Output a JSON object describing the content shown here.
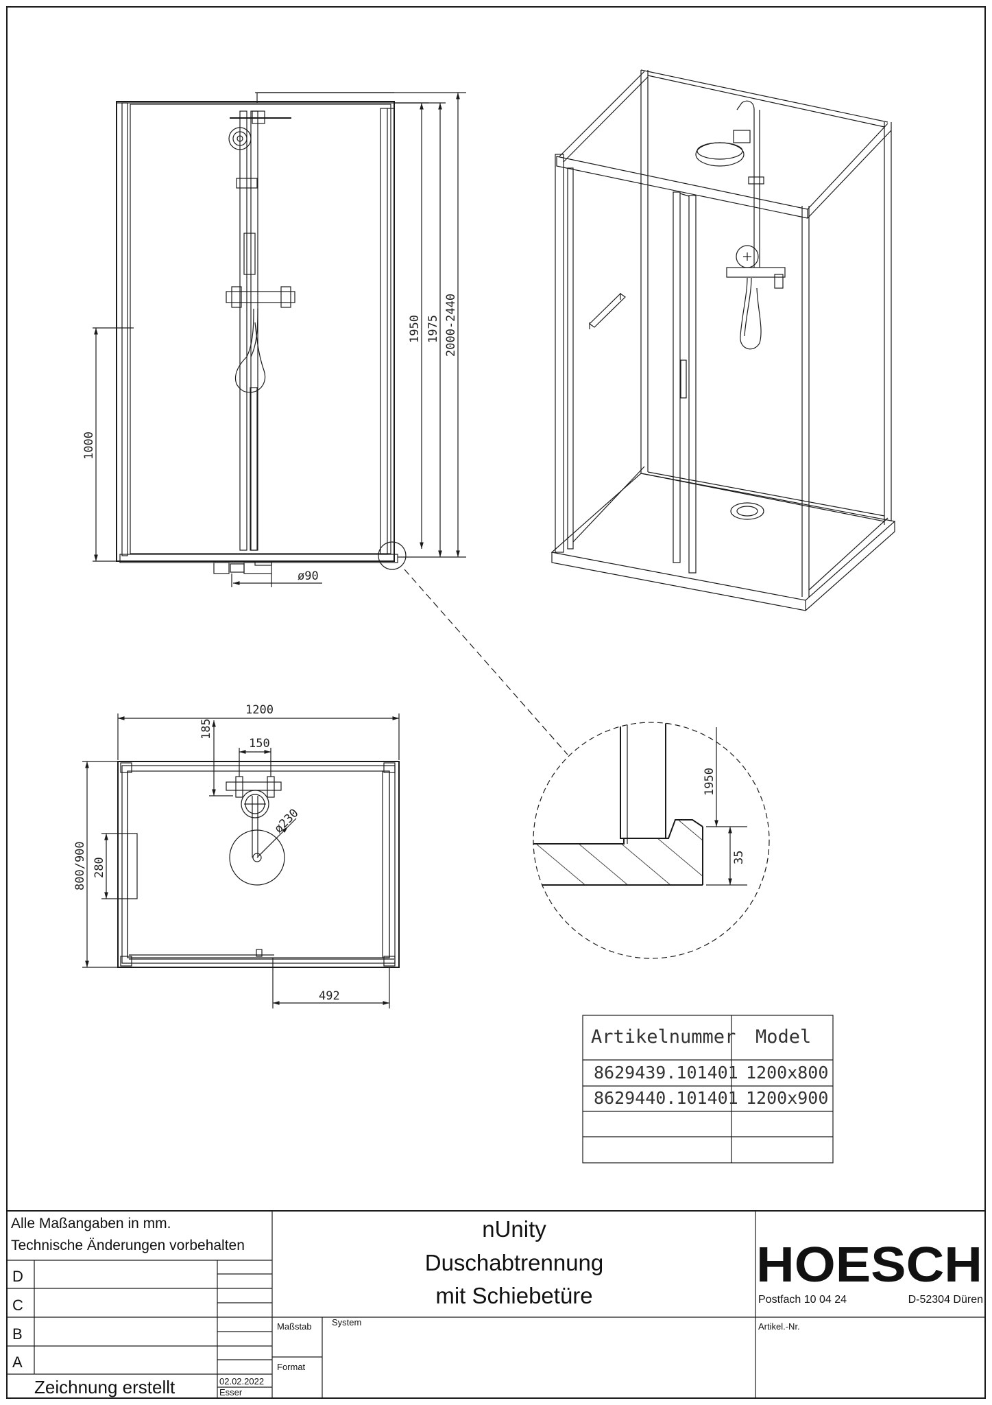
{
  "dimensions": {
    "height_1950": "1950",
    "height_1975": "1975",
    "height_range": "2000-2440",
    "height_1000": "1000",
    "drain_diameter": "ø90",
    "width_1200": "1200",
    "offset_185": "185",
    "spacing_150": "150",
    "head_diameter": "ø230",
    "depth_range": "800/900",
    "handle_280": "280",
    "door_492": "492",
    "detail_1950": "1950",
    "detail_35": "35"
  },
  "article_table": {
    "headers": [
      "Artikelnummer",
      "Model"
    ],
    "rows": [
      [
        "8629439.101401",
        "1200x800"
      ],
      [
        "8629440.101401",
        "1200x900"
      ],
      [
        "",
        ""
      ],
      [
        "",
        ""
      ]
    ]
  },
  "title_block": {
    "note_line1": "Alle Maßangaben in mm.",
    "note_line2": "Technische Änderungen vorbehalten",
    "revisions": [
      "D",
      "C",
      "B",
      "A"
    ],
    "created_label": "Zeichnung erstellt",
    "created_date": "02.02.2022",
    "created_by": "Esser",
    "product_name": "nUnity",
    "product_desc1": "Duschabtrennung",
    "product_desc2": "mit Schiebetüre",
    "scale_label": "Maßstab",
    "format_label": "Format",
    "system_label": "System",
    "brand": "HOESCH",
    "address_po": "Postfach 10 04 24",
    "address_city": "D-52304 Düren",
    "article_no_label": "Artikel.-Nr."
  }
}
